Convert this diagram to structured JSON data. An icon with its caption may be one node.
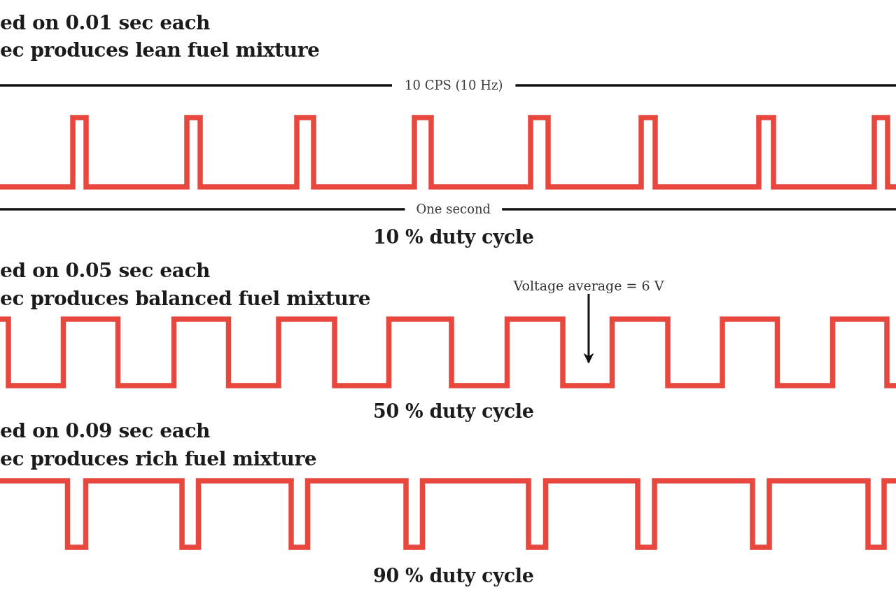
{
  "diagram": {
    "nodes": [
      {
        "text": [],
        "shape": "picture"
      },
      {
        "text": [
          "Voltage average = 6 V"
        ]
      },
      {
        "text": [],
        "shape": "picture"
      },
      {
        "text": [],
        "shape": "picture"
      }
    ],
    "edges": [
      {
        "from": 1,
        "to": 2,
        "arrow": "to"
      }
    ],
    "labels": [
      "ed on 0.01 sec each",
      "ec produces lean fuel mixture",
      "10 CPS (10 Hz)",
      "One second",
      "10 % duty cycle",
      "ed on 0.05 sec each",
      "ec produces balanced fuel mixture",
      "50 % duty cycle",
      "ed on 0.09 sec each",
      "ec produces rich fuel mixture",
      "90 % duty cycle"
    ]
  }
}
